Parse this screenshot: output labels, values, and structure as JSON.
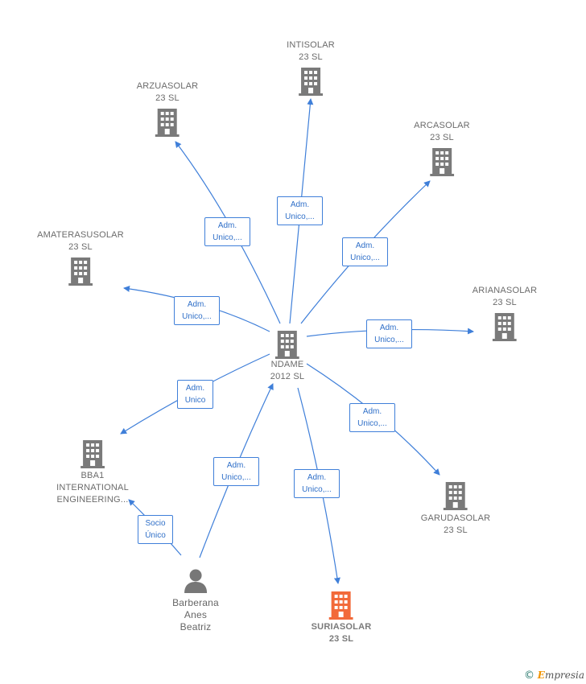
{
  "colors": {
    "edge": "#3f7fd9",
    "company_icon": "#7a7a7a",
    "highlight_icon": "#f26a3a",
    "person_icon": "#777777"
  },
  "nodes": {
    "intisolar": "INTISOLAR\n23  SL",
    "arzuasolar": "ARZUASOLAR\n23  SL",
    "arcasolar": "ARCASOLAR\n23  SL",
    "amaterasusolar": "AMATERASUSOLAR\n23  SL",
    "arianasolar": "ARIANASOLAR\n23  SL",
    "ndame": "NDAME\n2012  SL",
    "bba1": "BBA1\nINTERNATIONAL\nENGINEERING...",
    "garudasolar": "GARUDASOLAR\n23  SL",
    "suriasolar": "SURIASOLAR\n23  SL",
    "person": "Barberana\nAnes\nBeatriz"
  },
  "edges": {
    "e_intisolar": "Adm.\nUnico,...",
    "e_arzuasolar": "Adm.\nUnico,...",
    "e_arcasolar": "Adm.\nUnico,...",
    "e_amaterasusolar": "Adm.\nUnico,...",
    "e_arianasolar": "Adm.\nUnico,...",
    "e_bba1": "Adm.\nUnico",
    "e_garudasolar": "Adm.\nUnico,...",
    "e_person_ndame": "Adm.\nUnico,...",
    "e_suriasolar": "Adm.\nUnico,...",
    "e_person_bba1": "Socio\nÚnico"
  },
  "footer": {
    "copyright": "©",
    "brand_initial": "E",
    "brand_rest": "mpresia"
  }
}
